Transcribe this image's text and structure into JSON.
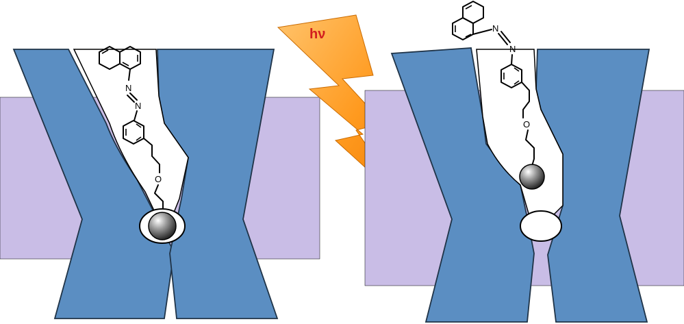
{
  "light_label": "hν",
  "atom_labels": {
    "nitrogen": "N",
    "oxygen": "O"
  },
  "colors": {
    "membrane": "#c9bde6",
    "channel": "#5b8ec2",
    "channel_stroke": "#1f3347",
    "bolt_light": "#ffb347",
    "bolt_dark": "#f07d00",
    "label": "#d21f1f"
  },
  "panels": [
    {
      "name": "left-panel",
      "state": "channel-blocked"
    },
    {
      "name": "right-panel",
      "state": "channel-open"
    }
  ]
}
